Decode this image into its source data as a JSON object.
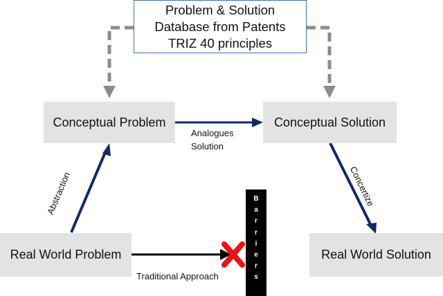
{
  "database_box": {
    "line1": "Problem & Solution",
    "line2": "Database from Patents",
    "line3": "TRIZ 40 principles"
  },
  "conceptual_problem": "Conceptual Problem",
  "conceptual_solution": "Conceptual Solution",
  "real_world_problem": "Real World Problem",
  "real_world_solution": "Real World Solution",
  "labels": {
    "analogues_line1": "Analogues",
    "analogues_line2": "Solution",
    "abstraction": "Abstraction",
    "concretize": "Concertize",
    "traditional": "Traditional Approach"
  },
  "barrier_letters": [
    "B",
    "a",
    "r",
    "r",
    "i",
    "e",
    "r",
    "s"
  ],
  "colors": {
    "navy_arrow": "#0f2a66",
    "dashed_gray": "#8c8c8c",
    "box_fill": "#e3e3e3",
    "box_border_blue": "#3d6fb0",
    "cross_red": "#ee1111"
  }
}
